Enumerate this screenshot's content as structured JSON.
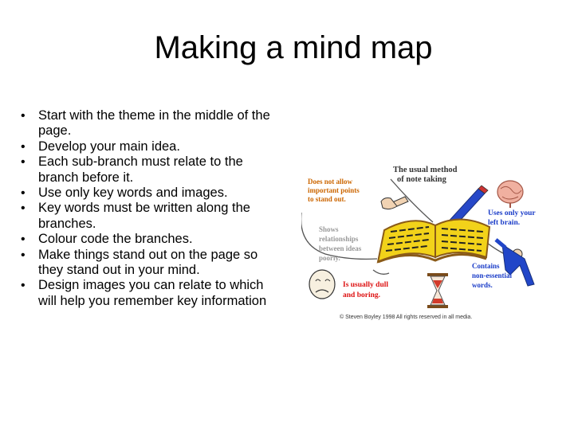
{
  "slide": {
    "title": "Making a mind map",
    "bullets": [
      "Start with the theme in the middle of the page.",
      "Develop your main idea.",
      "Each sub-branch must relate to the branch before it.",
      "Use only key words and images.",
      "Key words must be written along the branches.",
      "Colour code the branches.",
      "Make things stand out on the page so they stand out in your mind.",
      "Design images you can relate to which will help you remember key information"
    ]
  },
  "figure": {
    "heading": [
      "The usual method",
      "of note taking"
    ],
    "does_not_allow": [
      "Does not allow",
      "important points",
      "to stand out."
    ],
    "uses_only": [
      "Uses only your",
      "left brain."
    ],
    "shows": [
      "Shows",
      "relationships",
      "between ideas",
      "poorly."
    ],
    "contains": [
      "Contains",
      "non-essential",
      "words."
    ],
    "dull": [
      "Is usually dull",
      "and boring."
    ],
    "copyright": "© Steven Boyley 1998 All rights reserved in all media.",
    "colors": {
      "orange_text": "#cc6600",
      "blue_text": "#1a3cc8",
      "red_text": "#dd1111",
      "grey_text": "#999999",
      "dark_text": "#333333",
      "book_yellow": "#f2d21a",
      "book_edge": "#8a5a18"
    }
  }
}
